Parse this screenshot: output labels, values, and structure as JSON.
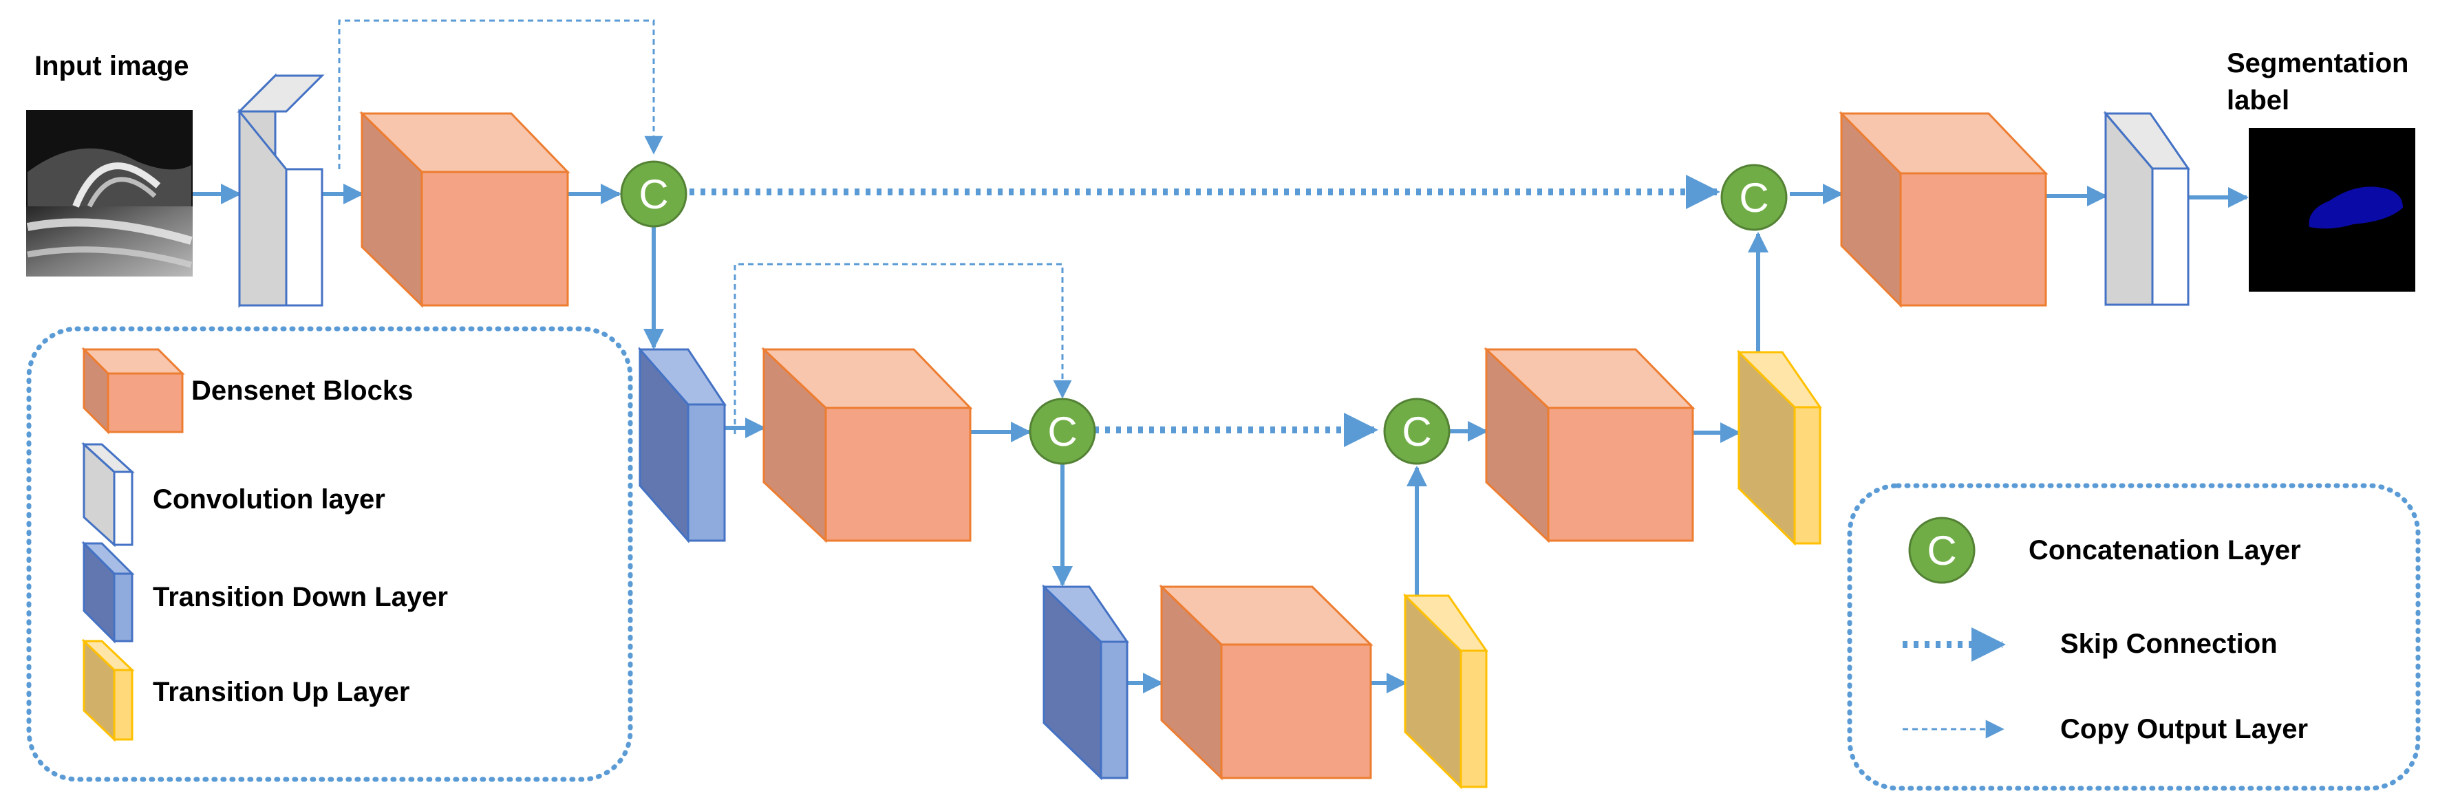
{
  "input": {
    "title": "Input image"
  },
  "output": {
    "title_line1": "Segmentation",
    "title_line2": "label"
  },
  "concat_symbol": "C",
  "legend_left": {
    "items": [
      {
        "label": "Densenet Blocks"
      },
      {
        "label": "Convolution layer"
      },
      {
        "label": "Transition Down Layer"
      },
      {
        "label": "Transition Up Layer"
      }
    ]
  },
  "legend_right": {
    "items": [
      {
        "label": "Concatenation Layer"
      },
      {
        "label": "Skip Connection"
      },
      {
        "label": "Copy Output Layer"
      }
    ]
  },
  "colors": {
    "dense_front": "#f4a484",
    "dense_top": "#f8c6ad",
    "dense_side": "#cf8d74",
    "dense_edge": "#ed7d31",
    "conv_front": "#ffffff",
    "conv_side": "#d3d3d3",
    "conv_edge": "#4472c4",
    "down_front": "#8faadc",
    "down_side": "#6277b0",
    "down_edge": "#4472c4",
    "up_front": "#ffd97a",
    "up_side": "#d1b06a",
    "up_edge": "#ffc000",
    "concat_fill": "#70ad47",
    "concat_edge": "#548235",
    "arrow": "#5b9bd5"
  }
}
